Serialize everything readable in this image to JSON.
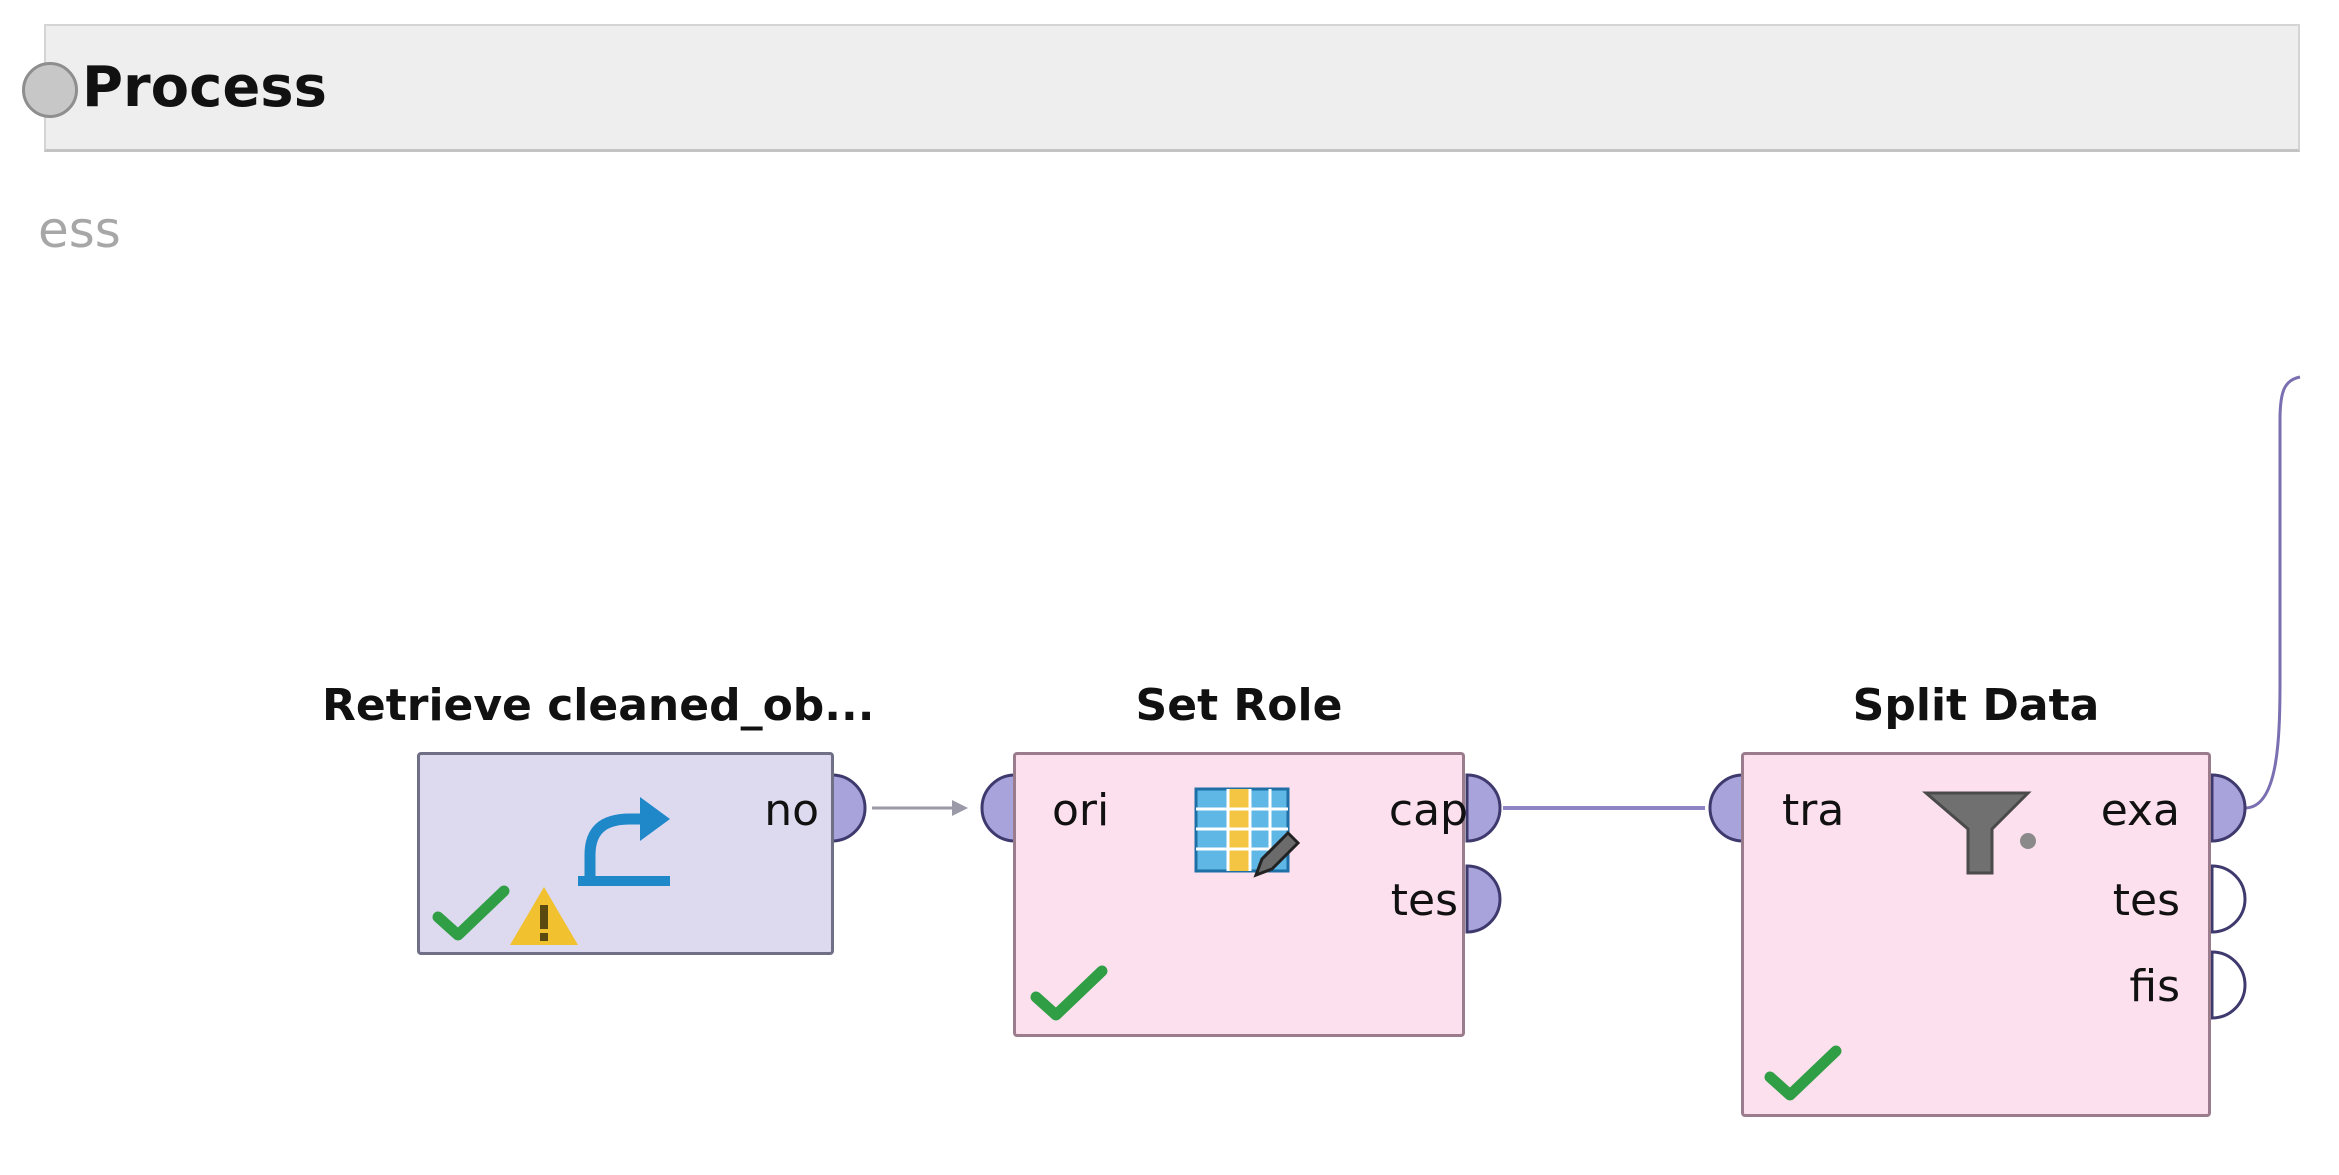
{
  "header": {
    "title": "Process"
  },
  "breadcrumb": {
    "text": "ess"
  },
  "operators": {
    "retrieve": {
      "title": "Retrieve cleaned_ob...",
      "ports_out": [
        "no"
      ],
      "status": [
        "checkmark-icon",
        "warning-icon"
      ],
      "icon": "retrieve-arrow-icon",
      "color": "#ddd9ef"
    },
    "set_role": {
      "title": "Set Role",
      "ports_in": [
        "ori"
      ],
      "ports_out": [
        "cap",
        "tes"
      ],
      "status": [
        "checkmark-icon"
      ],
      "icon": "table-edit-icon",
      "color": "#fde0ee"
    },
    "split_data": {
      "title": "Split Data",
      "ports_in": [
        "tra"
      ],
      "ports_out": [
        "exa",
        "tes",
        "fis"
      ],
      "status": [
        "checkmark-icon"
      ],
      "icon": "funnel-icon",
      "color": "#fde0ee"
    }
  },
  "colors": {
    "port_fill": "#a9a3dc",
    "port_stroke": "#3f3a6e",
    "connection": "#8f84c3",
    "arrow": "#9a9aa8",
    "check": "#2f9e44",
    "warning": "#f2c130"
  }
}
